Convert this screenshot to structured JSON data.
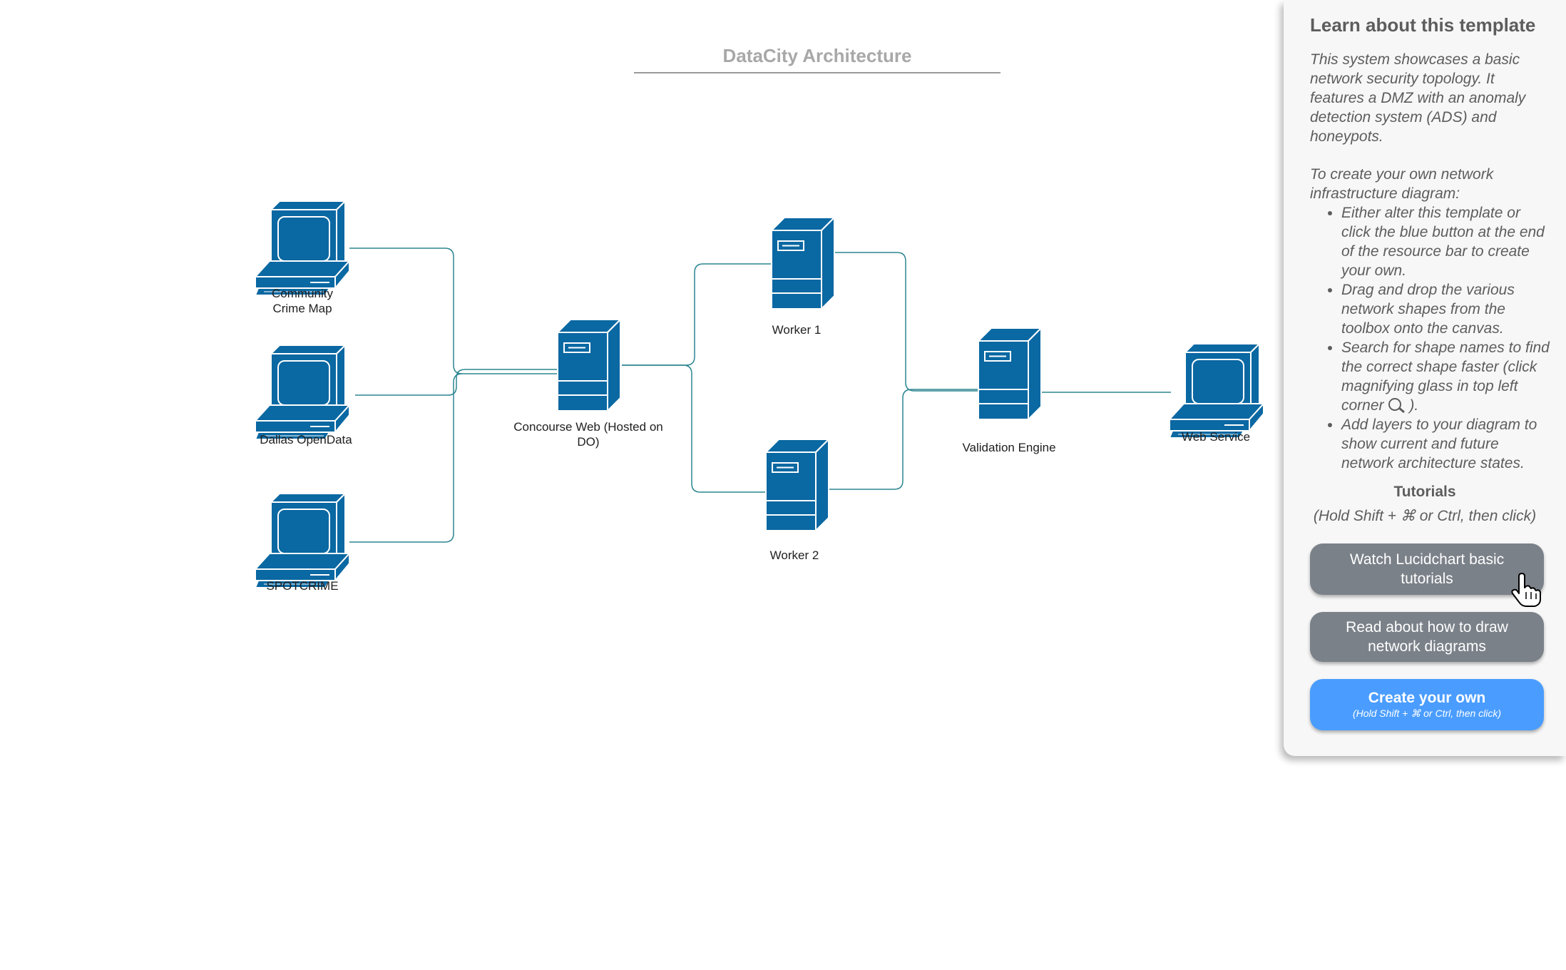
{
  "diagram": {
    "title": "DataCity Architecture",
    "colors": {
      "device": "#0a68a2",
      "device_stroke": "#ffffff",
      "connector": "#2b8591"
    },
    "nodes": {
      "community_crime_map": {
        "label": "Community\nCrime Map",
        "icon": "desktop-computer-icon"
      },
      "dallas_opendata": {
        "label": "Dallas OpenData",
        "icon": "desktop-computer-icon"
      },
      "spotcrime": {
        "label": "SPOTCRIME",
        "icon": "desktop-computer-icon"
      },
      "concourse_web": {
        "label": "Concourse Web (Hosted on\nDO)",
        "icon": "server-tower-icon"
      },
      "worker_1": {
        "label": "Worker 1",
        "icon": "server-tower-icon"
      },
      "worker_2": {
        "label": "Worker 2",
        "icon": "server-tower-icon"
      },
      "validation_engine": {
        "label": "Validation Engine",
        "icon": "server-tower-icon"
      },
      "web_service": {
        "label": "Web Service",
        "icon": "desktop-computer-icon"
      }
    }
  },
  "panel": {
    "title": "Learn about this template",
    "intro": "This system showcases a basic network security topology. It features a DMZ with an anomaly detection system (ADS) and honeypots.",
    "intro2": "To create your own network infrastructure diagram:",
    "bullets": [
      "Either alter this template or click the blue button at the end of the resource bar to create your own.",
      "Drag and drop the various network shapes from the toolbox onto the canvas.",
      "Search for shape names to find the correct shape faster (click magnifying glass in top left corner",
      "Add layers to your diagram to show current and future network architecture states."
    ],
    "bullet3_end": ").",
    "tutorials_title": "Tutorials",
    "tutorials_hint": "(Hold Shift + ⌘ or Ctrl, then click)",
    "buttons": {
      "watch": "Watch Lucidchart basic tutorials",
      "read": "Read about how to draw network diagrams",
      "create": "Create your own",
      "create_hint": "(Hold Shift + ⌘ or Ctrl, then click)"
    },
    "colors": {
      "gray_button": "#7b8189",
      "blue_button": "#4a9dff"
    }
  }
}
